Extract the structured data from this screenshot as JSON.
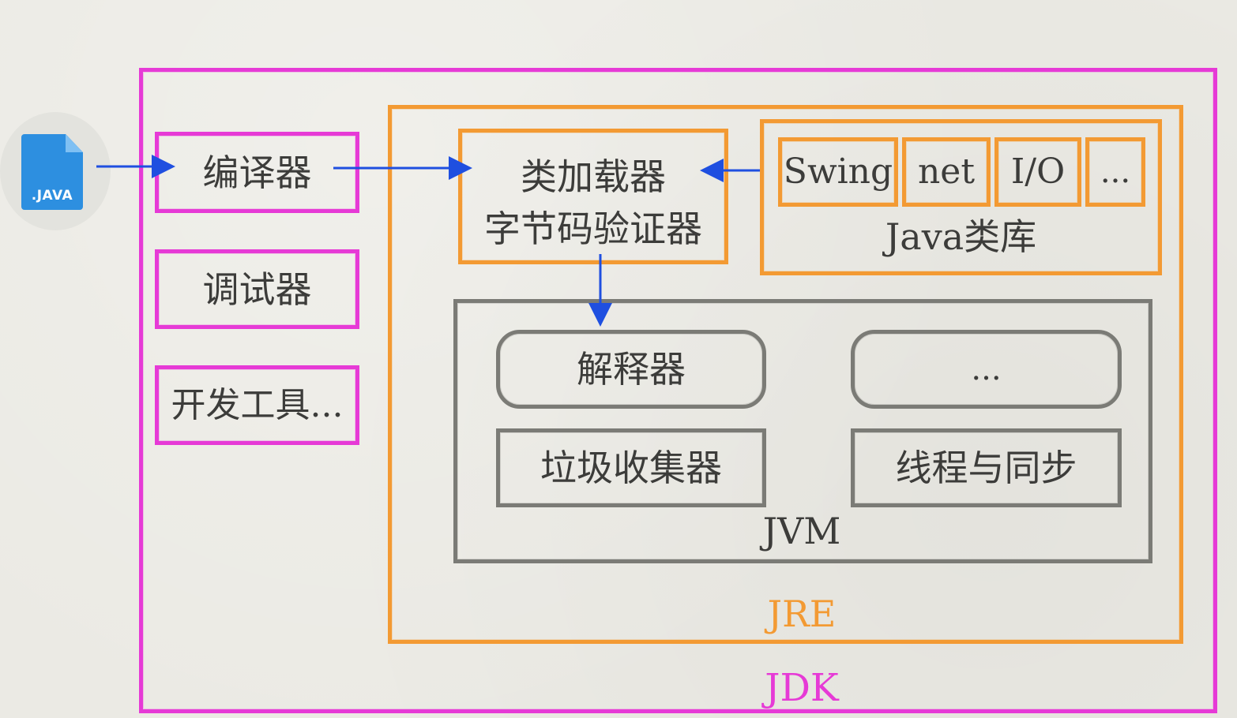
{
  "file_icon": {
    "text": ".JAVA",
    "color": "#2d8fe0"
  },
  "jdk": {
    "label": "JDK",
    "color": "#e63ad6",
    "tools": [
      "编译器",
      "调试器",
      "开发工具..."
    ]
  },
  "jre": {
    "label": "JRE",
    "color": "#f39a33",
    "loader": {
      "line1": "类加载器",
      "line2": "字节码验证器"
    },
    "library": {
      "label": "Java类库",
      "items": [
        "Swing",
        "net",
        "I/O",
        "..."
      ]
    }
  },
  "jvm": {
    "label": "JVM",
    "color": "#7b7b76",
    "components": {
      "interpreter": "解释器",
      "more": "...",
      "gc": "垃圾收集器",
      "threads": "线程与同步"
    }
  },
  "arrow_color": "#1f4fe0"
}
